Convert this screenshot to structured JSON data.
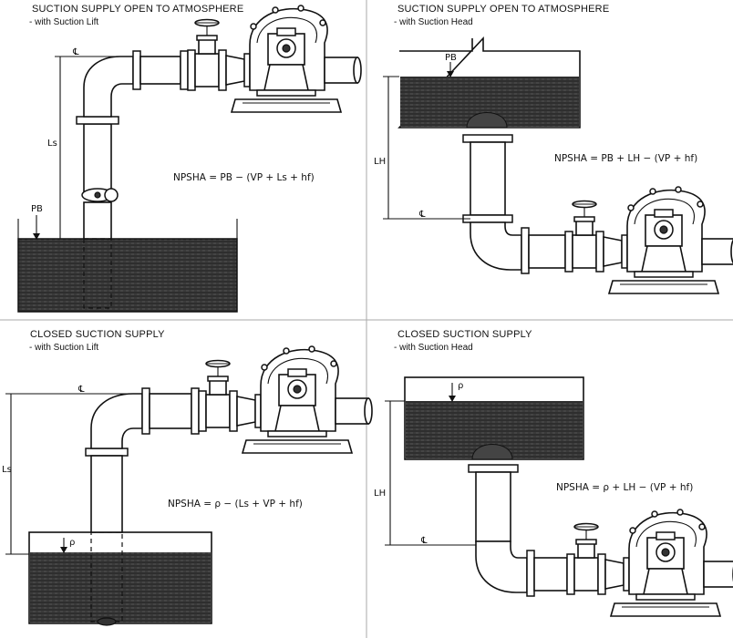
{
  "panels": [
    {
      "title": "SUCTION SUPPLY OPEN TO ATMOSPHERE",
      "subtitle": "- with Suction Lift",
      "formula": "NPSHA = PB − (VP + Ls + hf)",
      "length_label": "Ls",
      "pressure_label": "PB",
      "centerline_label": "℄"
    },
    {
      "title": "SUCTION SUPPLY OPEN TO ATMOSPHERE",
      "subtitle": "- with Suction Head",
      "formula": "NPSHA = PB + LH − (VP + hf)",
      "length_label": "LH",
      "pressure_label": "PB",
      "centerline_label": "℄"
    },
    {
      "title": "CLOSED SUCTION SUPPLY",
      "subtitle": "- with Suction Lift",
      "formula": "NPSHA = ρ − (Ls + VP + hf)",
      "length_label": "Ls",
      "pressure_label": "ρ",
      "centerline_label": "℄"
    },
    {
      "title": "CLOSED SUCTION SUPPLY",
      "subtitle": "- with Suction Head",
      "formula": "NPSHA = ρ + LH − (VP + hf)",
      "length_label": "LH",
      "pressure_label": "ρ",
      "centerline_label": "℄"
    }
  ]
}
